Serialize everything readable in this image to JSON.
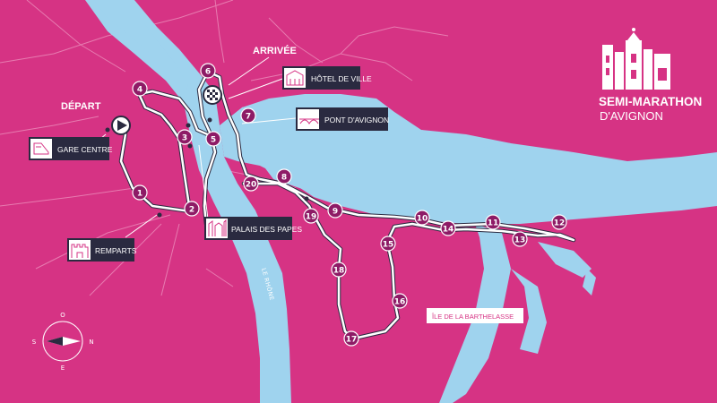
{
  "colors": {
    "background": "#d63384",
    "water": "#9fd3ee",
    "route": "#ffffff",
    "route_outline": "#2a2a40",
    "marker": "#8e1b66",
    "callout_bg": "#2a2a40",
    "streets": "#e77bb0"
  },
  "labels": {
    "start": "DÉPART",
    "finish": "ARRIVÉE",
    "river": "LE RHÔNE",
    "island": "ÎLE DE LA BARTHELASSE"
  },
  "landmarks": [
    {
      "name": "Hôtel de Ville",
      "text": "HÔTEL DE VILLE",
      "icon": "city-hall-icon"
    },
    {
      "name": "Pont d'Avignon",
      "text": "PONT D'AVIGNON",
      "icon": "bridge-icon"
    },
    {
      "name": "Gare Centre",
      "text": "GARE CENTRE",
      "icon": "train-icon"
    },
    {
      "name": "Palais des Papes",
      "text": "PALAIS DES PAPES",
      "icon": "palace-icon"
    },
    {
      "name": "Remparts",
      "text": "REMPARTS",
      "icon": "rampart-icon"
    }
  ],
  "km_markers": [
    "1",
    "2",
    "3",
    "4",
    "5",
    "6",
    "7",
    "8",
    "9",
    "10",
    "11",
    "12",
    "13",
    "14",
    "15",
    "16",
    "17",
    "18",
    "19",
    "20"
  ],
  "logo": {
    "line1": "SEMI-MARATHON",
    "line2": "D'AVIGNON"
  },
  "compass": {
    "north": "N",
    "south": "S",
    "east": "E",
    "west": "O"
  }
}
